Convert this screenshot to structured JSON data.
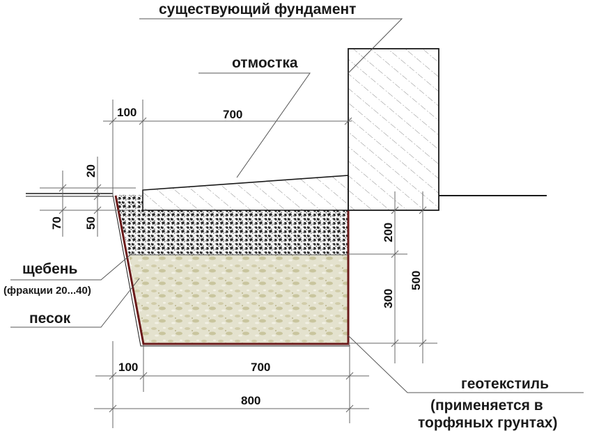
{
  "diagram": {
    "type": "cross-section",
    "subject": "blind area (otmostka) beside existing foundation",
    "labels": {
      "existing_foundation": "существующий фундамент",
      "blind_area": "отмостка",
      "gravel": "щебень",
      "gravel_note": "(фракции 20...40)",
      "sand": "песок",
      "geotextile": "геотекстиль",
      "geotextile_note_1": "(применяется в",
      "geotextile_note_2": "торфяных грунтах)"
    },
    "dimensions": {
      "top_offset": "100",
      "top_width": "700",
      "slab_rise": "20",
      "left_70": "70",
      "left_50": "50",
      "right_200": "200",
      "right_300": "300",
      "right_500": "500",
      "bottom_offset": "100",
      "bottom_width": "700",
      "bottom_total": "800"
    },
    "layers": [
      {
        "name": "отмостка",
        "thickness_mm": 70
      },
      {
        "name": "щебень",
        "thickness_mm": 200
      },
      {
        "name": "песок",
        "thickness_mm": 300
      },
      {
        "name": "геотекстиль",
        "role": "wrapping membrane"
      }
    ],
    "colors": {
      "line": "#1a1a1a",
      "dim_line": "#666666",
      "geotextile": "#6b1a1a",
      "sand": "#dcd9bf",
      "sand_dark": "#a8a370",
      "hatch": "#8a8a8a"
    }
  }
}
